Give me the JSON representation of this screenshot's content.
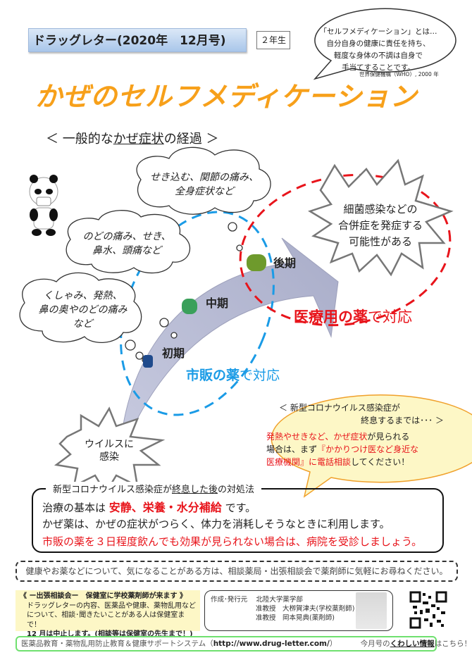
{
  "header": {
    "title": "ドラッグレター(2020年　12月号)",
    "grade": "２年生"
  },
  "who_bubble": {
    "lines": [
      "「セルフメディケーション」とは…",
      "自分自身の健康に責任を持ち、",
      "軽度な身体の不調は自身で",
      "手当てすることです。"
    ],
    "source": "世界保健機構（WHO）, 2000 年"
  },
  "title": "かぜのセルフメディケーション",
  "subtitle": {
    "pre": "＜ 一般的な",
    "underlined": "かぜ症状",
    "post": "の経過 ＞"
  },
  "clouds": [
    {
      "lines": [
        "せき込む、関節の痛み、",
        "全身症状など"
      ]
    },
    {
      "lines": [
        "のどの痛み、せき、",
        "鼻水、頭痛など"
      ]
    },
    {
      "lines": [
        "くしゃみ、発熱、",
        "鼻の奥やのどの痛み",
        "など"
      ]
    }
  ],
  "stages": {
    "early": "初期",
    "middle": "中期",
    "late": "後期"
  },
  "complication": [
    "細菌感染などの",
    "合併症を発症する",
    "可能性がある"
  ],
  "infection": [
    "ウイルスに",
    "感染"
  ],
  "prescription": {
    "bold": "医療用の薬",
    "rest": "で対応"
  },
  "otc": {
    "bold": "市販の薬",
    "rest": "で対応"
  },
  "covid_bubble": {
    "line1": "＜ 新型コロナウイルス感染症が",
    "line2": "終息するまでは･･･ ＞",
    "red1": "発熱やせきなど、かぜ症状",
    "black1": "が見られる",
    "black2": "場合は、まず",
    "red2": "『かかりつけ医など身近な",
    "red3": "医療機関』に電話相談",
    "black3": "してください！"
  },
  "after": {
    "legend_pre": "新型コロナウイルス感染症が",
    "legend_u": "終息した後",
    "legend_post": "の対処法",
    "l1_pre": "治療の基本は ",
    "l1_red": "安静、栄養・水分補給",
    "l1_post": " です。",
    "l2": "かぜ薬は、かぜの症状がつらく、体力を消耗しそうなときに利用します。",
    "l3": "市販の薬を３日程度飲んでも効果が見られない場合は、病院を受診しましょう。"
  },
  "consult": "健康やお薬などについて、気になることがある方は、相談薬局・出張相談会で薬剤師に気軽にお尋ねください。",
  "visit": {
    "title": "《 ー出張相談会ー　保健室に学校薬剤師が来ます 》",
    "l1": "ドラッグレターの内容、医薬品や健康、薬物乱用など",
    "l2": "について、相談･聞きたいことがある人は保健室まで！",
    "l3": "12 月は中止します。(相談等は保健室の先生まで！)"
  },
  "author": {
    "label": "作成･発行元",
    "org": "北陸大学薬学部",
    "p1": "准教授　大栁賀津夫(学校薬剤師)",
    "p2": "准教授　岡本晃典(薬剤師)"
  },
  "footer": {
    "system": "医薬品教育・薬物乱用防止教育＆健康サポートシステム（",
    "url": "http://www.drug-letter.com/",
    "close": "）",
    "pre": "今月号の",
    "link": "くわしい情報",
    "post": "はこちら！"
  },
  "colors": {
    "orange": "#f7a01a",
    "red": "#e8141b",
    "blue": "#1a9be6",
    "green_border": "#6fe06f"
  }
}
